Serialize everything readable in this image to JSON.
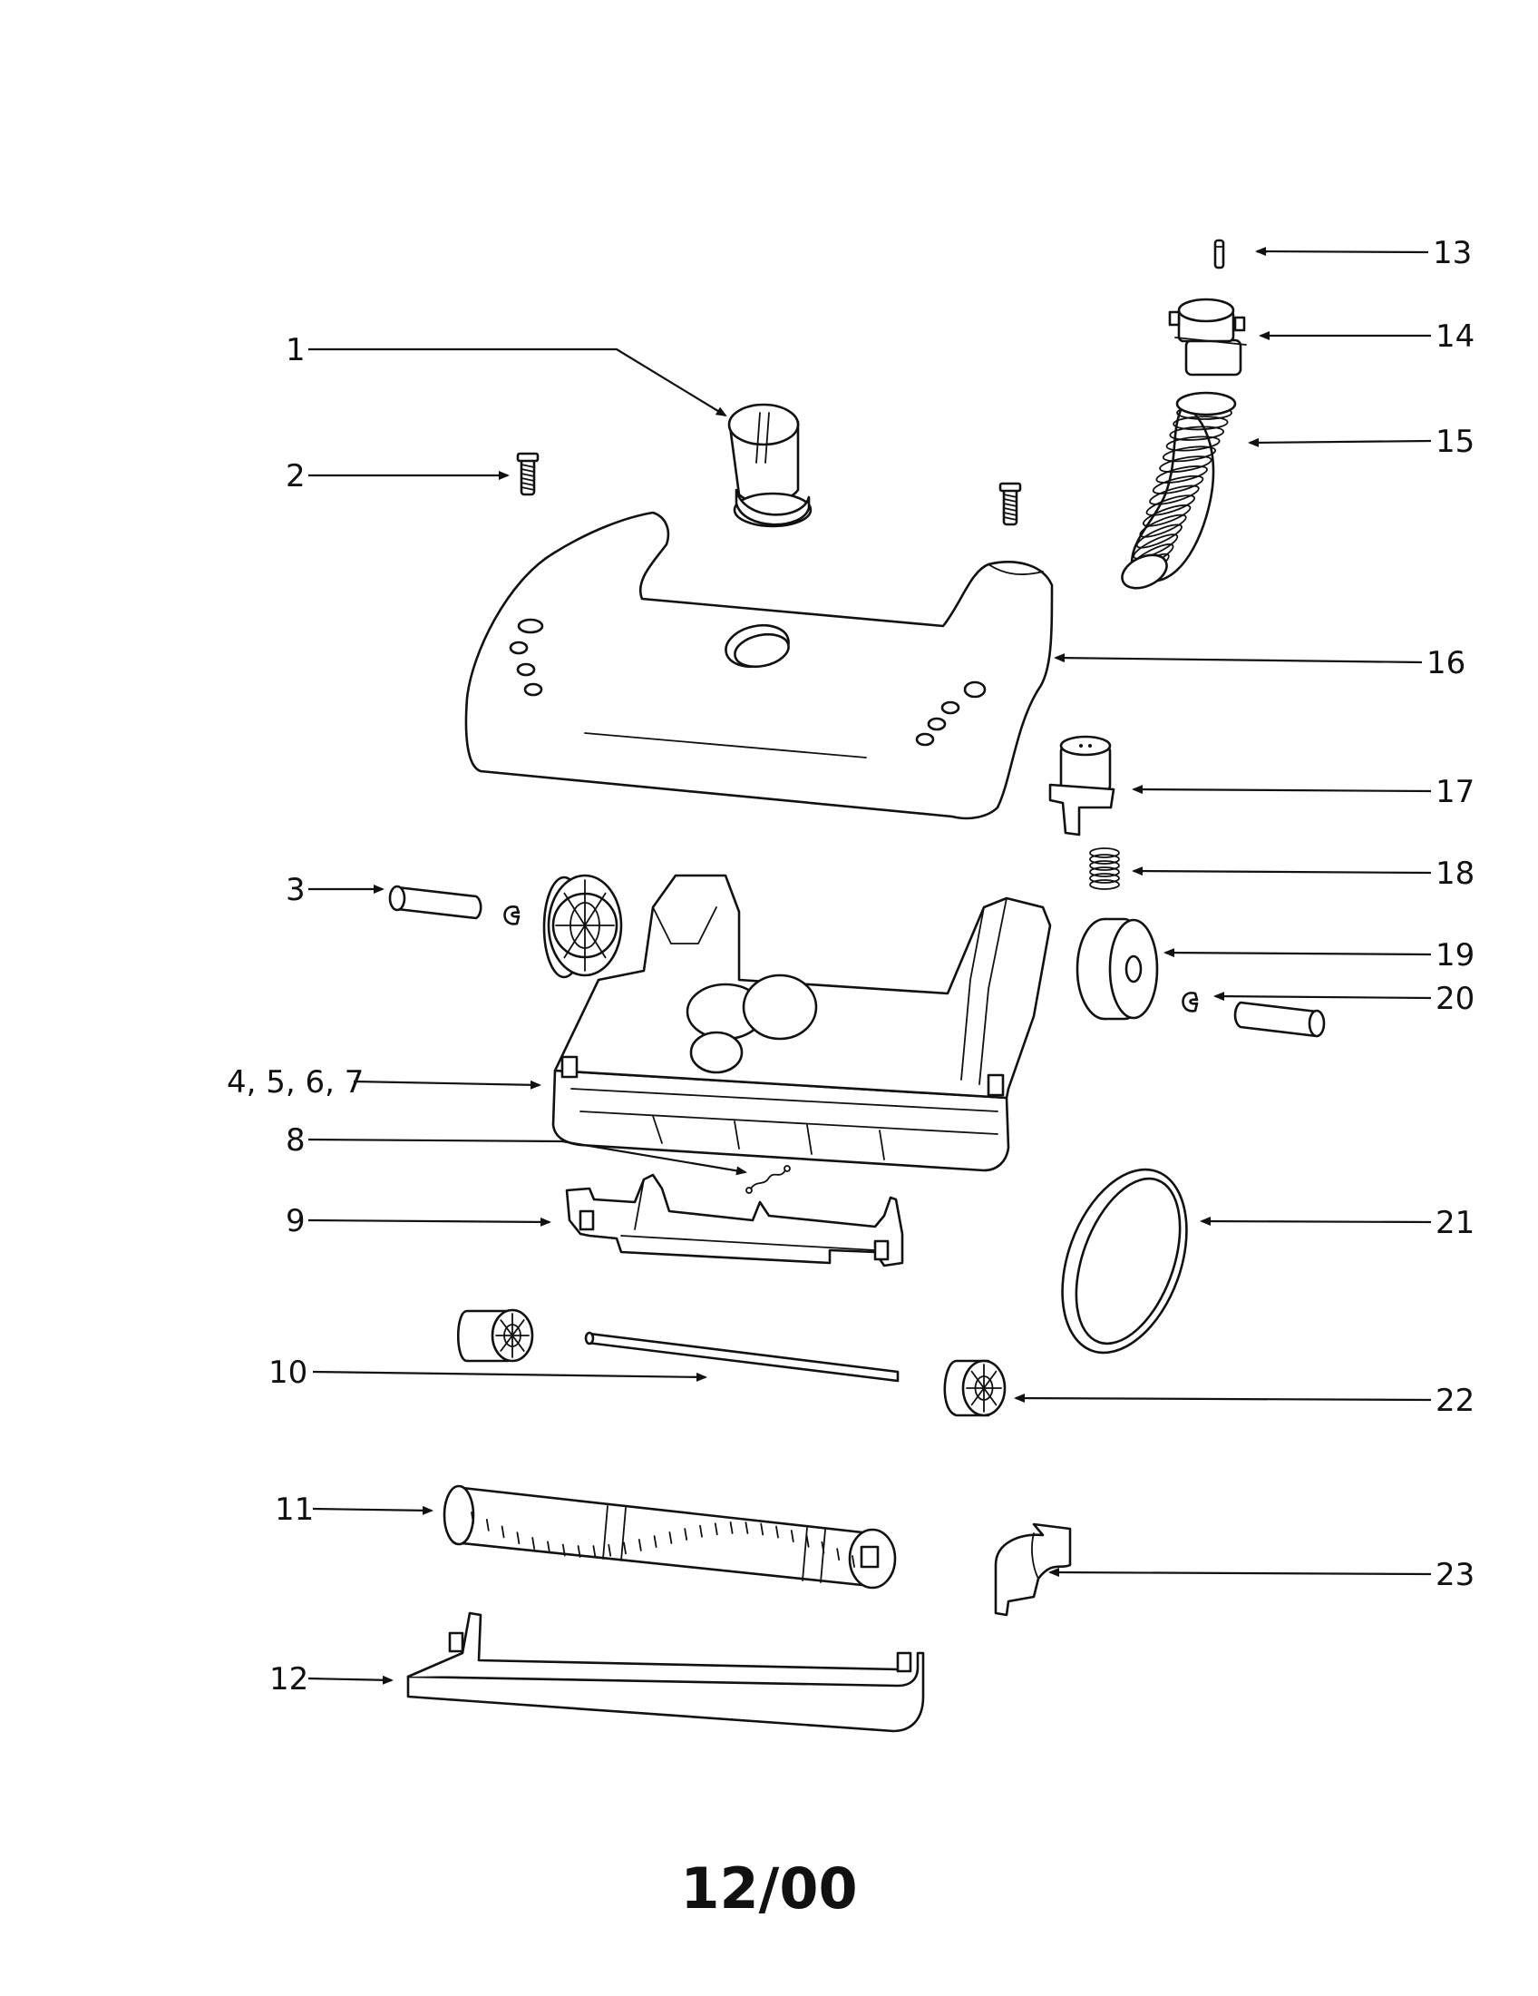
{
  "callouts": [
    {
      "id": "1",
      "text": "1"
    },
    {
      "id": "2",
      "text": "2"
    },
    {
      "id": "3",
      "text": "3"
    },
    {
      "id": "4-7",
      "text": "4, 5, 6, 7"
    },
    {
      "id": "8",
      "text": "8"
    },
    {
      "id": "9",
      "text": "9"
    },
    {
      "id": "10",
      "text": "10"
    },
    {
      "id": "11",
      "text": "11"
    },
    {
      "id": "12",
      "text": "12"
    },
    {
      "id": "13",
      "text": "13"
    },
    {
      "id": "14",
      "text": "14"
    },
    {
      "id": "15",
      "text": "15"
    },
    {
      "id": "16",
      "text": "16"
    },
    {
      "id": "17",
      "text": "17"
    },
    {
      "id": "18",
      "text": "18"
    },
    {
      "id": "19",
      "text": "19"
    },
    {
      "id": "20",
      "text": "20"
    },
    {
      "id": "21",
      "text": "21"
    },
    {
      "id": "22",
      "text": "22"
    },
    {
      "id": "23",
      "text": "23"
    }
  ],
  "footer": {
    "date": "12/00"
  }
}
